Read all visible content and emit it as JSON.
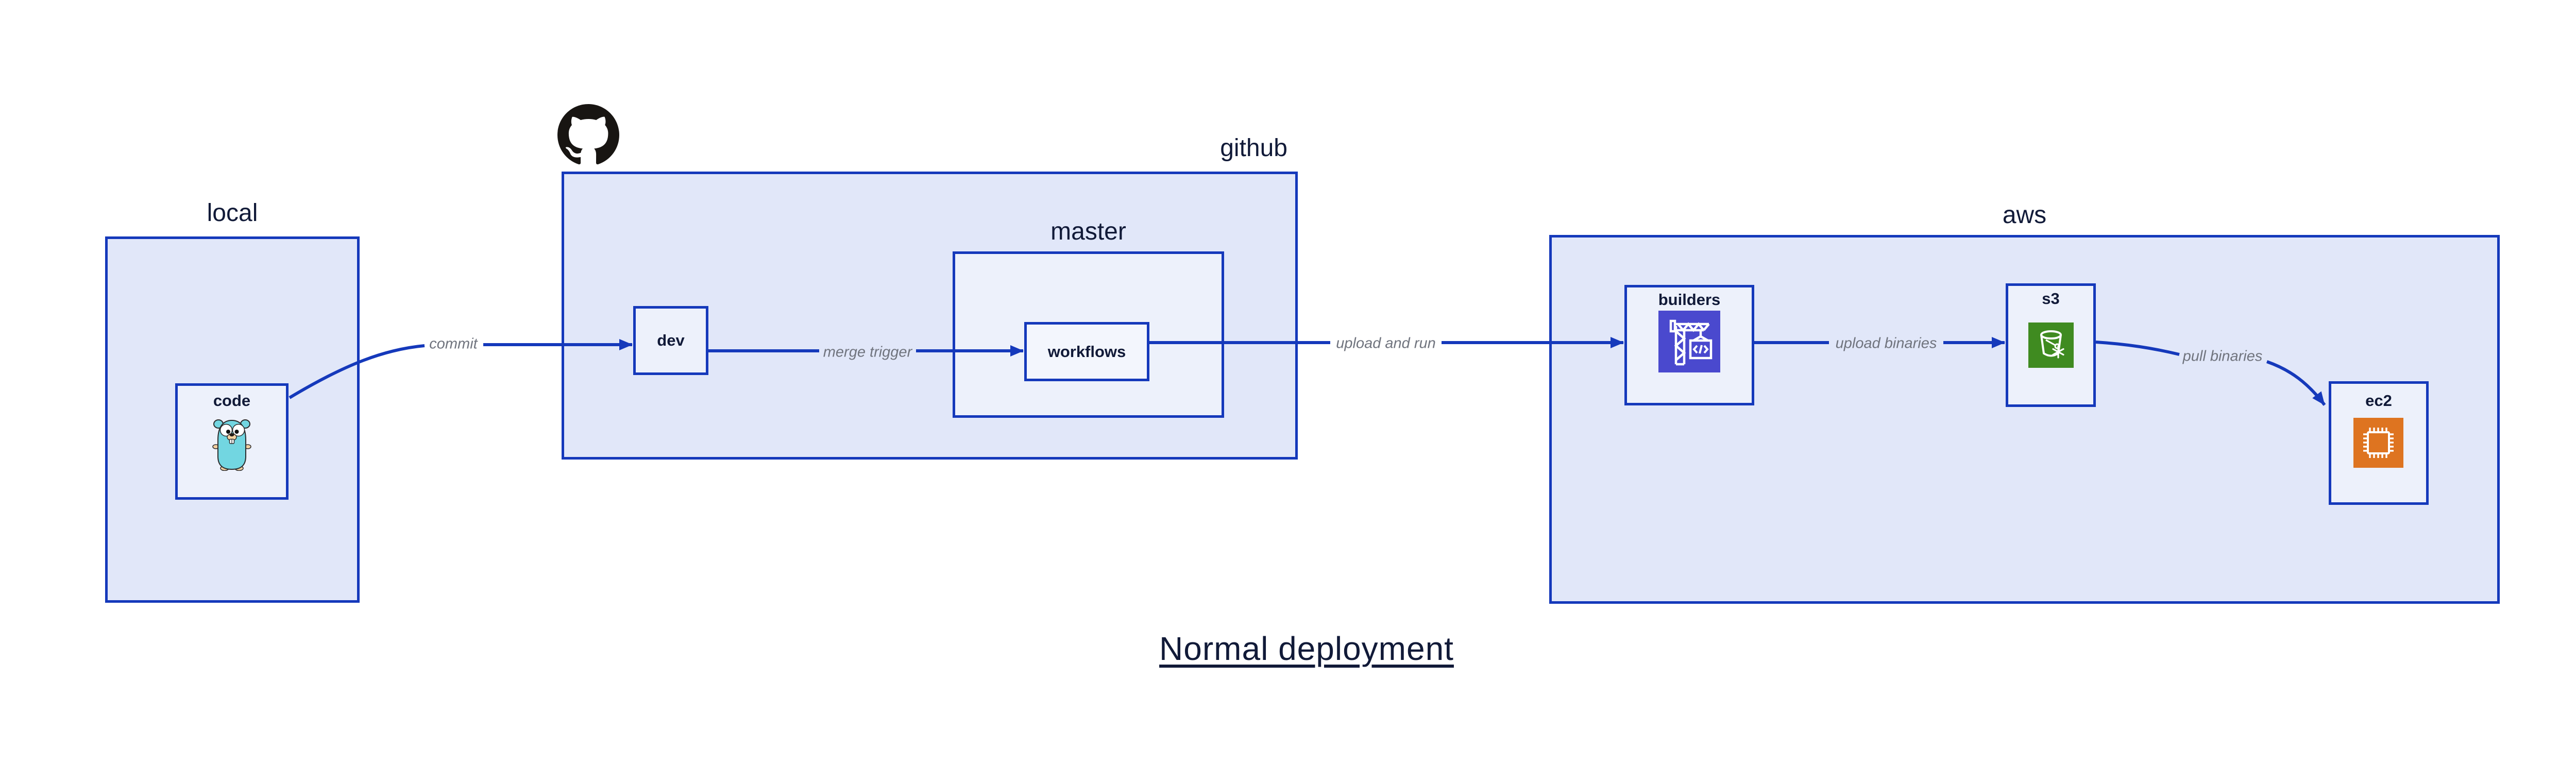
{
  "title": {
    "text": "Normal deployment"
  },
  "groups": {
    "local": {
      "label": "local"
    },
    "github": {
      "label": "github"
    },
    "aws": {
      "label": "aws"
    }
  },
  "nodes": {
    "code": {
      "label": "code"
    },
    "dev": {
      "label": "dev"
    },
    "master": {
      "label": "master"
    },
    "workflows": {
      "label": "workflows"
    },
    "builders": {
      "label": "builders"
    },
    "s3": {
      "label": "s3"
    },
    "ec2": {
      "label": "ec2"
    }
  },
  "edges": {
    "commit": {
      "label": "commit"
    },
    "merge_trigger": {
      "label": "merge trigger"
    },
    "upload_and_run": {
      "label": "upload and run"
    },
    "upload_binaries": {
      "label": "upload binaries"
    },
    "pull_binaries": {
      "label": "pull binaries"
    }
  },
  "icons": {
    "github_logo": "github-octocat-icon",
    "code": "go-gopher-icon",
    "builders": "aws-codebuild-crane-icon",
    "s3": "aws-s3-bucket-snowflake-icon",
    "ec2": "aws-ec2-chip-icon"
  },
  "colors": {
    "line_blue": "#1539bb",
    "group_fill": "#e1e7f9",
    "node_fill": "#edf1fb",
    "inner_fill": "#f3f6fd",
    "text_navy": "#111a38",
    "edge_label_gray": "#70747e",
    "builders_icon_bg": "#4a49ce",
    "s3_icon_bg": "#3f8b20",
    "ec2_icon_bg": "#de7420",
    "octocat_black": "#181512",
    "gopher_teal": "#72d6e1"
  }
}
